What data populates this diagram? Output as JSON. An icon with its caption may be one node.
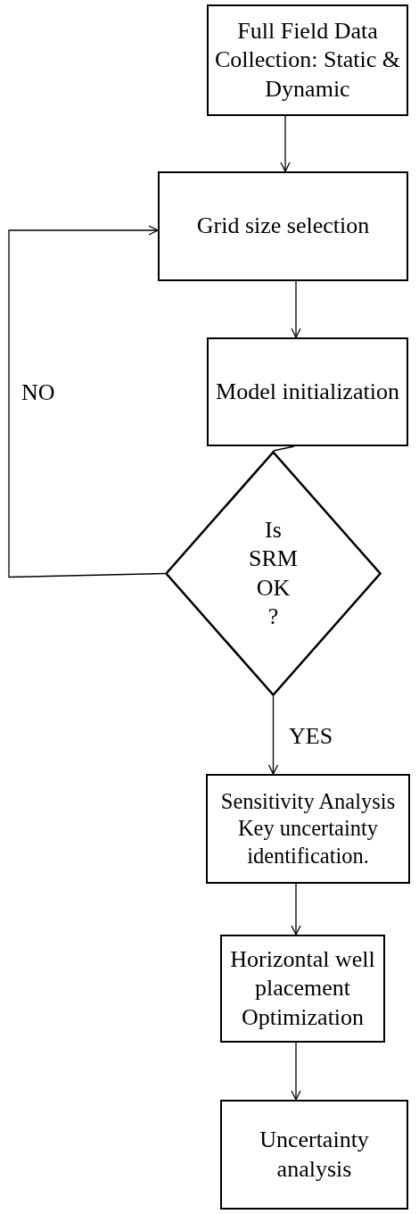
{
  "diagram": {
    "nodes": [
      {
        "text": [
          "Full Field Data Collection:  Static & Dynamic"
        ]
      },
      {
        "text": [
          "Grid size selection"
        ]
      },
      {
        "text": [
          "Model initialization"
        ]
      },
      {
        "text": [
          "Is SRM OK ?"
        ]
      },
      {
        "text": [
          "Sensitivity Analysis Key uncertainty identification."
        ]
      },
      {
        "text": [
          "Horizontal well placement Optimization"
        ]
      },
      {
        "text": [
          "Uncertainty analysis"
        ]
      }
    ],
    "edges": [
      {
        "from": 0,
        "to": 1,
        "arrow": "to"
      },
      {
        "from": 1,
        "to": 2,
        "arrow": "to"
      },
      {
        "from": 2,
        "to": 3,
        "arrow": "none"
      },
      {
        "from": 3,
        "to": 1,
        "arrow": "to",
        "label": "NO"
      },
      {
        "from": 3,
        "to": 4,
        "arrow": "to",
        "label": "YES"
      },
      {
        "from": 4,
        "to": 5,
        "arrow": "to"
      },
      {
        "from": 5,
        "to": 6,
        "arrow": "to"
      }
    ]
  }
}
